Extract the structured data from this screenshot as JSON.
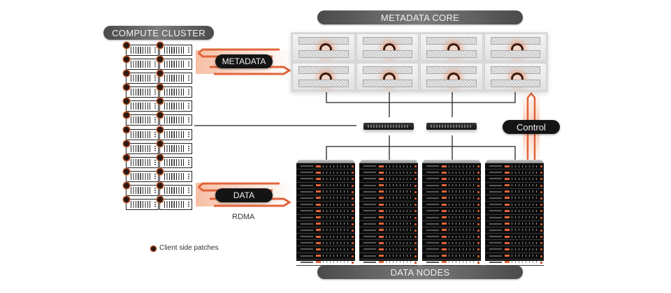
{
  "labels": {
    "compute_cluster": "COMPUTE CLUSTER",
    "metadata_core": "METADATA CORE",
    "data_nodes": "DATA NODES",
    "metadata_link": "METADATA",
    "data_link": "DATA",
    "rdma": "RDMA",
    "control_link": "Control",
    "legend_client_patches": "Client side patches"
  },
  "compute_cluster": {
    "rows": 12,
    "nodes_per_row": 2,
    "icon": "server-1u-icon"
  },
  "metadata_core": {
    "columns": 4,
    "rows": 2,
    "icon": "storage-blade-icon"
  },
  "switches": {
    "count": 2,
    "icon": "network-switch-icon"
  },
  "data_nodes": {
    "racks": 4,
    "units_per_rack": 16,
    "icon": "server-rack-icon"
  },
  "colors": {
    "accent": "#e0643a",
    "pill": "#5a5a5a",
    "tag": "#141414",
    "wire": "#222222"
  }
}
